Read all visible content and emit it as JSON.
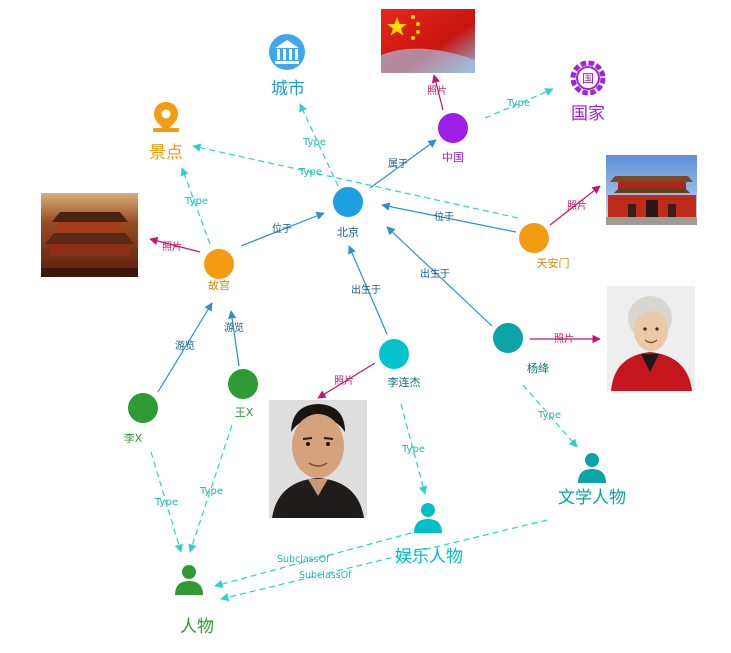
{
  "colors": {
    "blue": "#1e9fe0",
    "orange": "#f39c12",
    "purple": "#9b1fe8",
    "teal": "#00c3cc",
    "green": "#2e9b35",
    "darkteal": "#0aa3a8",
    "magenta": "#c8146e",
    "type_edge": "#2cd3c6",
    "relation_edge": "#2d8fd0"
  },
  "nodes": {
    "beijing": "北京",
    "china": "中国",
    "gugong": "故宫",
    "tiananmen": "天安门",
    "lilianjie": "李连杰",
    "yangjiang": "杨绛",
    "lix": "李X",
    "wangx": "王X"
  },
  "classes": {
    "city": "城市",
    "country": "国家",
    "scenic": "景点",
    "literary": "文学人物",
    "entertainment": "娱乐人物",
    "person": "人物"
  },
  "edges": {
    "type": "Type",
    "photo": "照片",
    "belongs_to": "属于",
    "located_in": "位于",
    "born_in": "出生于",
    "visited": "游览",
    "subclass_of": "SubclassOf"
  },
  "icons": {
    "city": "building-icon",
    "country": "gear-icon",
    "scenic": "location-pin-icon",
    "person": "person-icon"
  }
}
